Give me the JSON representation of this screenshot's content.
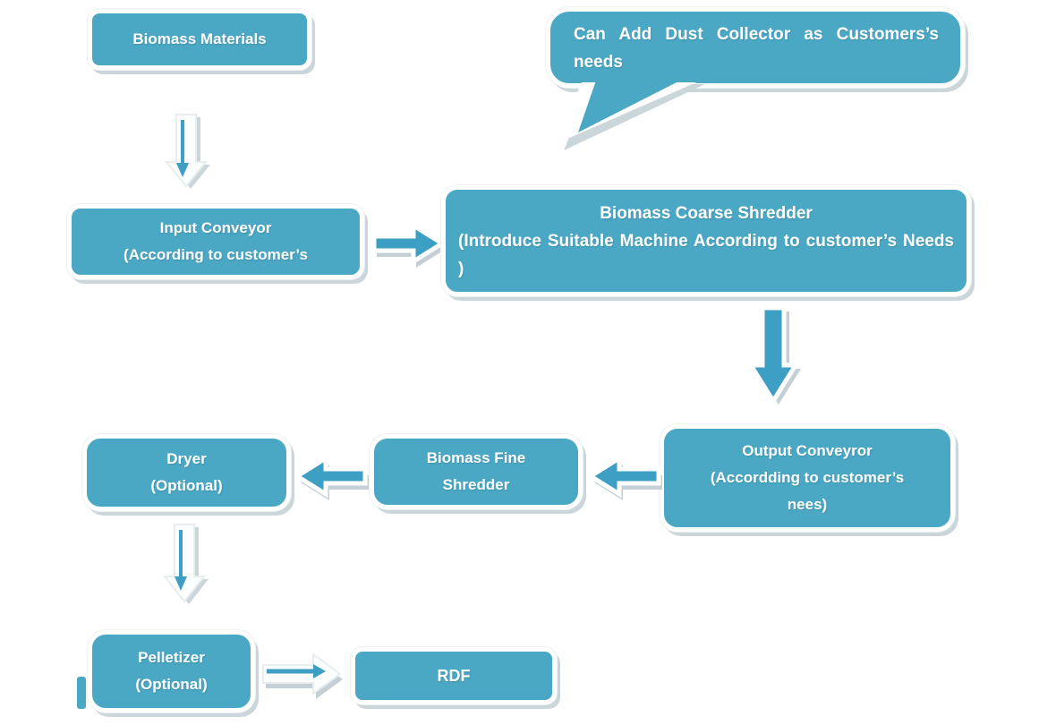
{
  "colors": {
    "box_fill": "#4BA8C5",
    "arrow_fill": "#3D9FC3",
    "shadow": "#CBD6DB",
    "text": "#FFFFFF"
  },
  "nodes": {
    "biomass_materials": {
      "label": "Biomass Materials"
    },
    "callout": {
      "text": "Can Add Dust Collector as Customers’s needs"
    },
    "input_conveyor": {
      "lines": [
        "Input Conveyor",
        "(According to customer’s"
      ]
    },
    "coarse_shredder": {
      "title": "Biomass Coarse Shredder",
      "body": "(Introduce Suitable Machine According to customer’s Needs )"
    },
    "output_conveyor": {
      "lines": [
        "Output Conveyror",
        "(Accordding to customer’s",
        "nees)"
      ]
    },
    "fine_shredder": {
      "lines": [
        "Biomass Fine",
        "Shredder"
      ]
    },
    "dryer": {
      "lines": [
        "Dryer",
        "(Optional)"
      ]
    },
    "pelletizer": {
      "lines": [
        "Pelletizer",
        "(Optional)"
      ]
    },
    "rdf": {
      "label": "RDF"
    }
  },
  "edges": [
    {
      "from": "biomass_materials",
      "to": "input_conveyor",
      "direction": "down"
    },
    {
      "from": "input_conveyor",
      "to": "coarse_shredder",
      "direction": "right"
    },
    {
      "from": "coarse_shredder",
      "to": "output_conveyor",
      "direction": "down"
    },
    {
      "from": "output_conveyor",
      "to": "fine_shredder",
      "direction": "left"
    },
    {
      "from": "fine_shredder",
      "to": "dryer",
      "direction": "left"
    },
    {
      "from": "dryer",
      "to": "pelletizer",
      "direction": "down"
    },
    {
      "from": "pelletizer",
      "to": "rdf",
      "direction": "right"
    }
  ]
}
